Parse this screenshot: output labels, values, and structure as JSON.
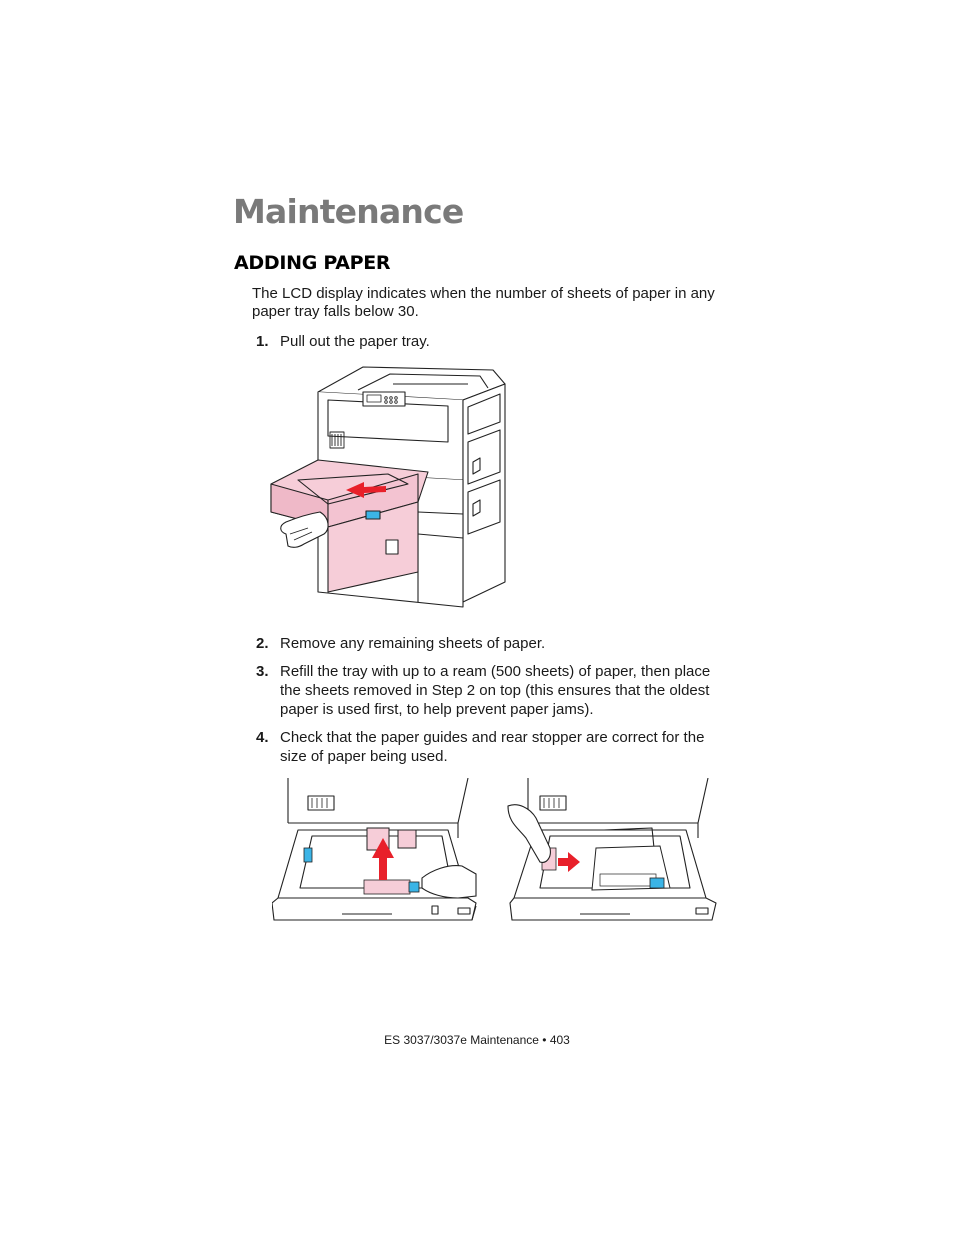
{
  "page": {
    "title": "Maintenance",
    "section_heading": "ADDING PAPER",
    "intro": "The LCD display indicates when the number of sheets of paper in any paper tray falls below 30.",
    "steps": [
      {
        "number": "1.",
        "text": "Pull out the paper tray."
      },
      {
        "number": "2.",
        "text": "Remove any remaining sheets of paper."
      },
      {
        "number": "3.",
        "text": "Refill the tray with up to a ream (500 sheets) of paper, then place the sheets removed in Step 2 on top (this ensures that the oldest paper is used first, to help prevent paper jams)."
      },
      {
        "number": "4.",
        "text": "Check that the paper guides and rear stopper are correct for the size of paper being used."
      }
    ],
    "footer": "ES 3037/3037e Maintenance • 403"
  },
  "colors": {
    "title_gray": "#7a7a7a",
    "tray_pink": "#f6cdd8",
    "arrow_red": "#e8202a",
    "handle_cyan": "#3bb4e6"
  },
  "illustrations": [
    {
      "name": "printer-tray-pulled-out",
      "icon": "printer-illustration"
    },
    {
      "name": "tray-rear-stopper-adjust",
      "icon": "tray-illustration"
    },
    {
      "name": "tray-side-guide-adjust",
      "icon": "tray-illustration"
    }
  ]
}
